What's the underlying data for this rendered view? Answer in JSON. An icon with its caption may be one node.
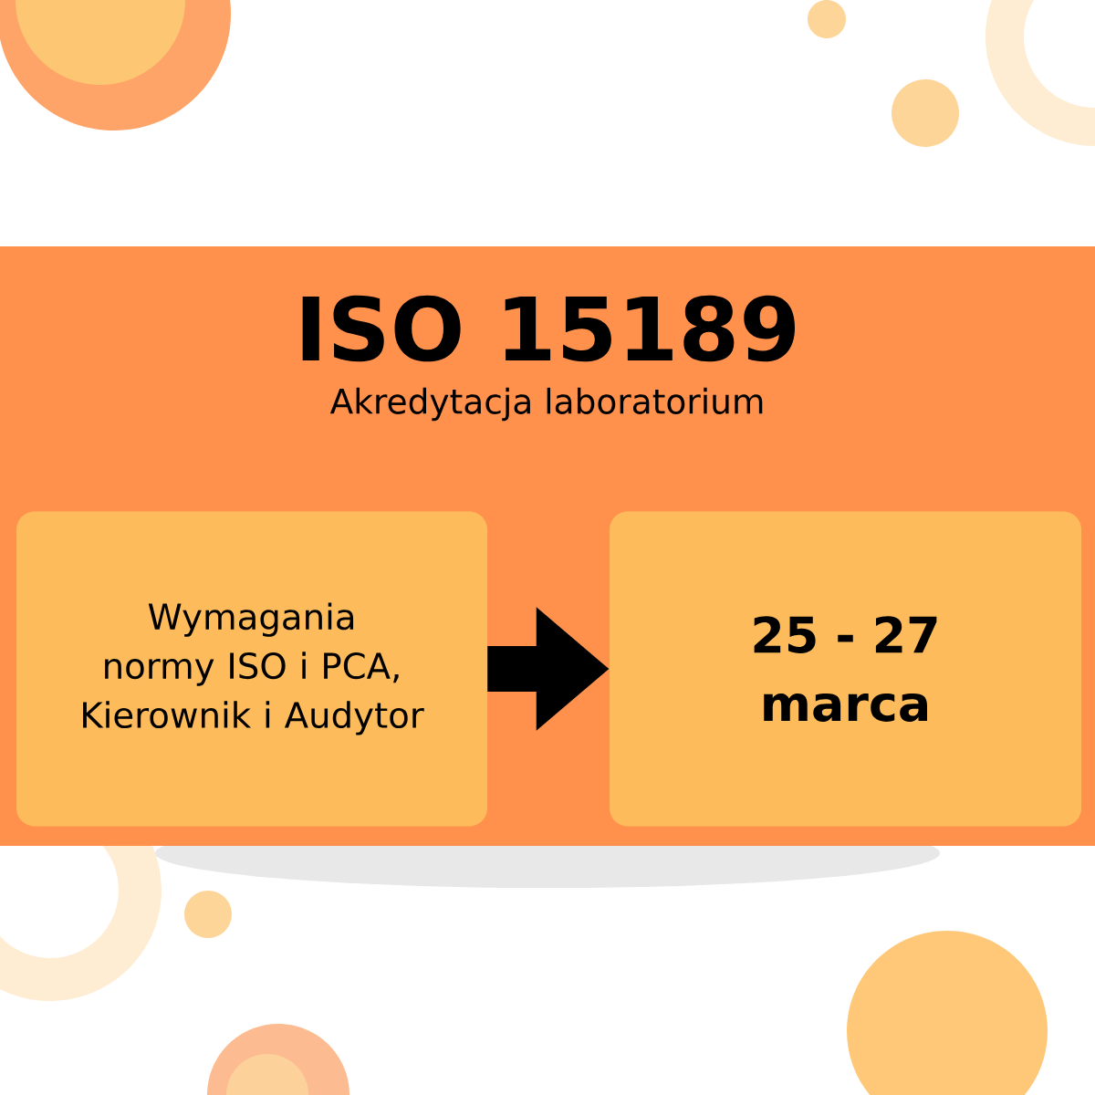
{
  "diagram": {
    "title": "ISO 15189",
    "nodes": [
      {
        "text": [
          "Wymagania normy ISO i PCA, Kierownik i Audytor"
        ]
      },
      {
        "text": [
          "25 - 27 marca"
        ]
      }
    ],
    "edges": [
      {
        "from": 0,
        "to": 1,
        "arrow": "to"
      }
    ],
    "labels": [
      "Akredytacja laboratorium"
    ]
  }
}
